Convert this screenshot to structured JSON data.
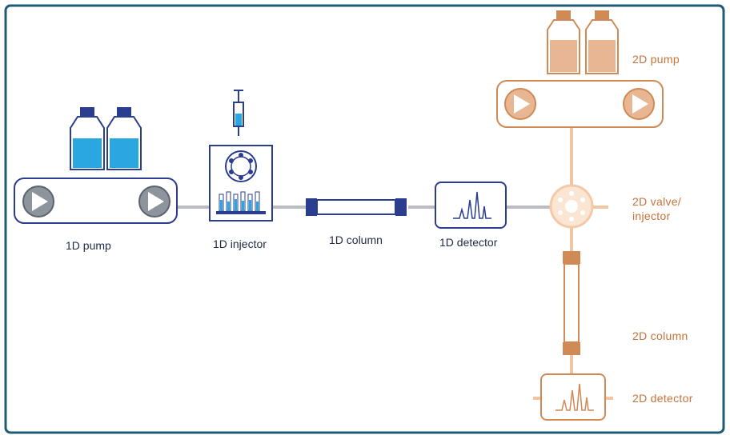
{
  "labels": {
    "pump_1d": "1D pump",
    "injector_1d": "1D injector",
    "column_1d": "1D column",
    "detector_1d": "1D detector",
    "pump_2d": "2D  pump",
    "valve_2d_line1": "2D  valve/",
    "valve_2d_line2": "injector",
    "column_2d": "2D  column",
    "detector_2d": "2D  detector"
  },
  "colors": {
    "frame": "#1f5b74",
    "blue_dark": "#2a3d8f",
    "blue_fill": "#2aa7e0",
    "grey_line": "#b9bcc0",
    "orange": "#cf8a55",
    "orange_fill": "#e9b694",
    "orange_light": "#f3c9a8"
  }
}
